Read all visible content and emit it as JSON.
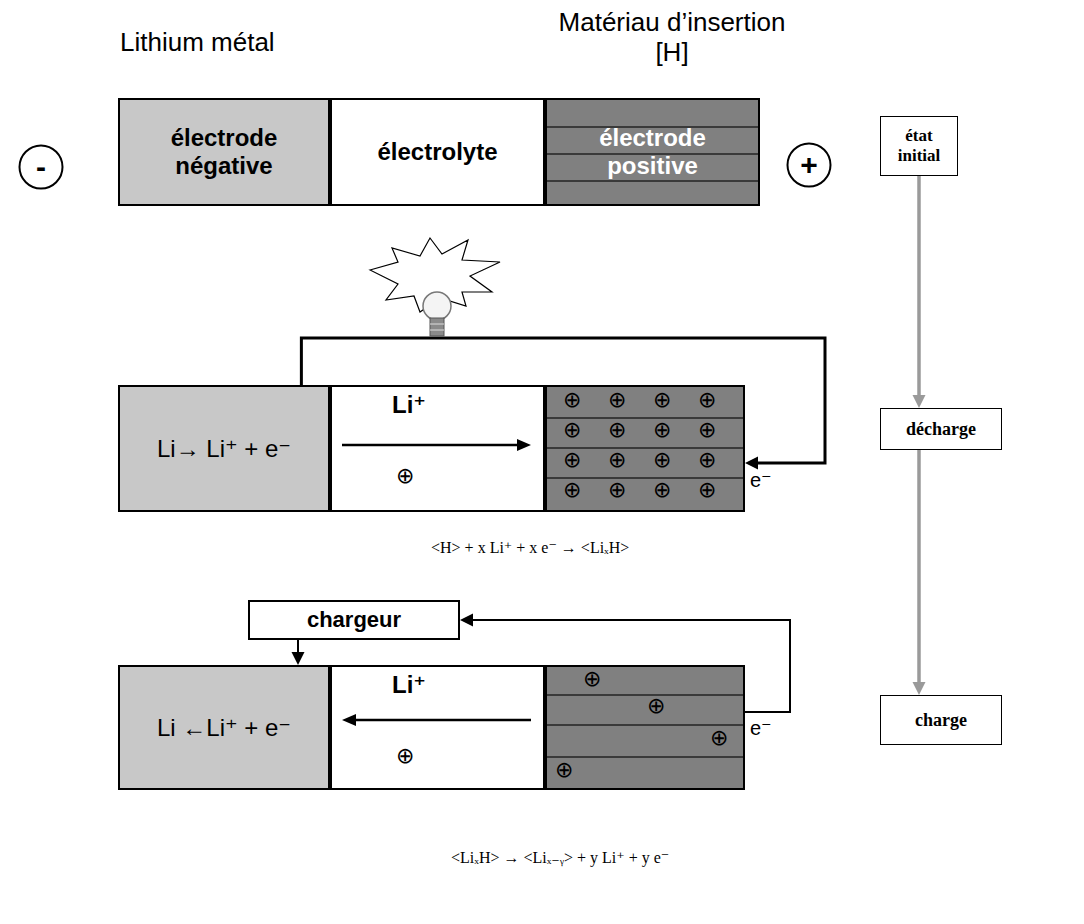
{
  "diagram": {
    "nodes": [
      {
        "text": [
          "-"
        ]
      },
      {
        "text": [
          "Lithium métal",
          "électrode négative"
        ]
      },
      {
        "text": [
          "électrolyte"
        ]
      },
      {
        "text": [
          "Matériau d’insertion [H]",
          "électrode positive"
        ]
      },
      {
        "text": [
          "+"
        ]
      },
      {
        "text": [
          "état initial"
        ]
      },
      {
        "text": [
          "Li→ Li⁺ + e⁻"
        ]
      },
      {
        "text": [
          "Li⁺",
          "⊕"
        ]
      },
      {
        "text": [
          "⊕",
          "⊕",
          "⊕",
          "⊕",
          "⊕",
          "⊕",
          "⊕",
          "⊕",
          "⊕",
          "⊕",
          "⊕",
          "⊕",
          "⊕",
          "⊕",
          "⊕",
          "⊕"
        ]
      },
      {
        "text": [
          "décharge"
        ]
      },
      {
        "text": [
          "chargeur"
        ]
      },
      {
        "text": [
          "Li ←Li⁺ + e⁻"
        ]
      },
      {
        "text": [
          "Li⁺",
          "⊕"
        ]
      },
      {
        "text": [
          "⊕",
          "⊕",
          "⊕",
          "⊕"
        ]
      },
      {
        "text": [
          "charge"
        ]
      }
    ],
    "edges": [
      {
        "from": 5,
        "to": 9,
        "arrow": "to"
      },
      {
        "from": 9,
        "to": 14,
        "arrow": "to"
      },
      {
        "from": 6,
        "to": 8,
        "arrow": "to"
      },
      {
        "from": 13,
        "to": 10,
        "arrow": "to"
      },
      {
        "from": 10,
        "to": 11,
        "arrow": "to"
      }
    ],
    "labels": [
      "e⁻",
      "<H> + x Li⁺ + x e⁻ → <LiₓH>",
      "e⁻",
      "<LiₓH> → <Liₓ₋ᵧ> + y Li⁺ + y e⁻"
    ]
  }
}
